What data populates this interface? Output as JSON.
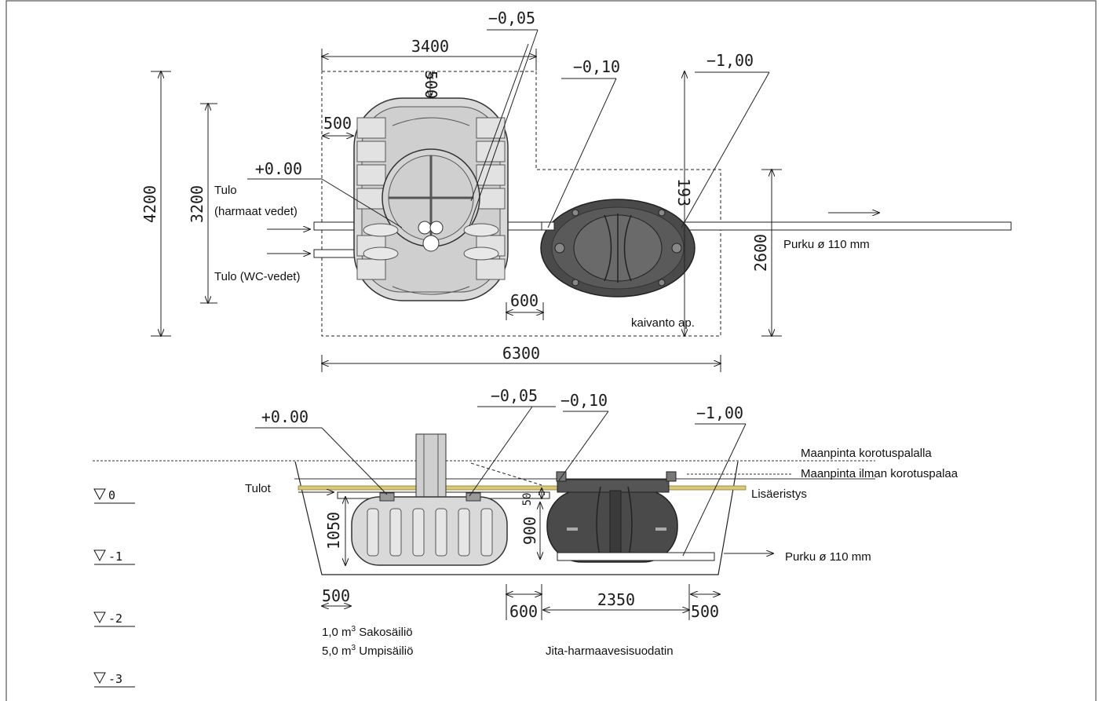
{
  "plan": {
    "dims": {
      "d3400": "3400",
      "d4200": "4200",
      "d3200": "3200",
      "d500_top": "500",
      "d500_left": "500",
      "d600": "600",
      "d6300": "6300",
      "d2600": "2600",
      "d193": "193"
    },
    "levels": {
      "l_m005": "−0,05",
      "l_m010": "−0,10",
      "l_m100": "−1,00",
      "l_p000": "+0.00"
    },
    "labels": {
      "tulo1_a": "Tulo",
      "tulo1_b": "(harmaat vedet)",
      "tulo2": "Tulo (WC-vedet)",
      "purku": "Purku ø 110 mm",
      "kaivanto": "kaivanto ap."
    }
  },
  "section": {
    "dims": {
      "d1050": "1050",
      "d900": "900",
      "d500_left": "500",
      "d600": "600",
      "d2350": "2350",
      "d500_right": "500",
      "d50": "50"
    },
    "levels": {
      "l_p000": "+0.00",
      "l_m005": "−0,05",
      "l_m010": "−0,10",
      "l_m100": "−1,00"
    },
    "labels": {
      "tulot": "Tulot",
      "maanpinta1": "Maanpinta korotuspalalla",
      "maanpinta2": "Maanpinta ilman korotuspalaa",
      "lisaeristys": "Lisäeristys",
      "purku": "Purku ø 110 mm",
      "sakosailio_a": "1,0 m",
      "sakosailio_b": " Sakosäiliö",
      "umpisailio_a": "5,0 m",
      "umpisailio_b": " Umpisäiliö",
      "sup3": "3",
      "jita": "Jita-harmaavesisuodatin"
    },
    "depth_marks": {
      "v0": "0",
      "v1": "-1",
      "v2": "-2",
      "v3": "-3"
    }
  },
  "colors": {
    "tank_light": "#d9d9d9",
    "tank_dark": "#4a4a4a",
    "insulation": "#d9c97a",
    "line": "#1a1a1a"
  }
}
